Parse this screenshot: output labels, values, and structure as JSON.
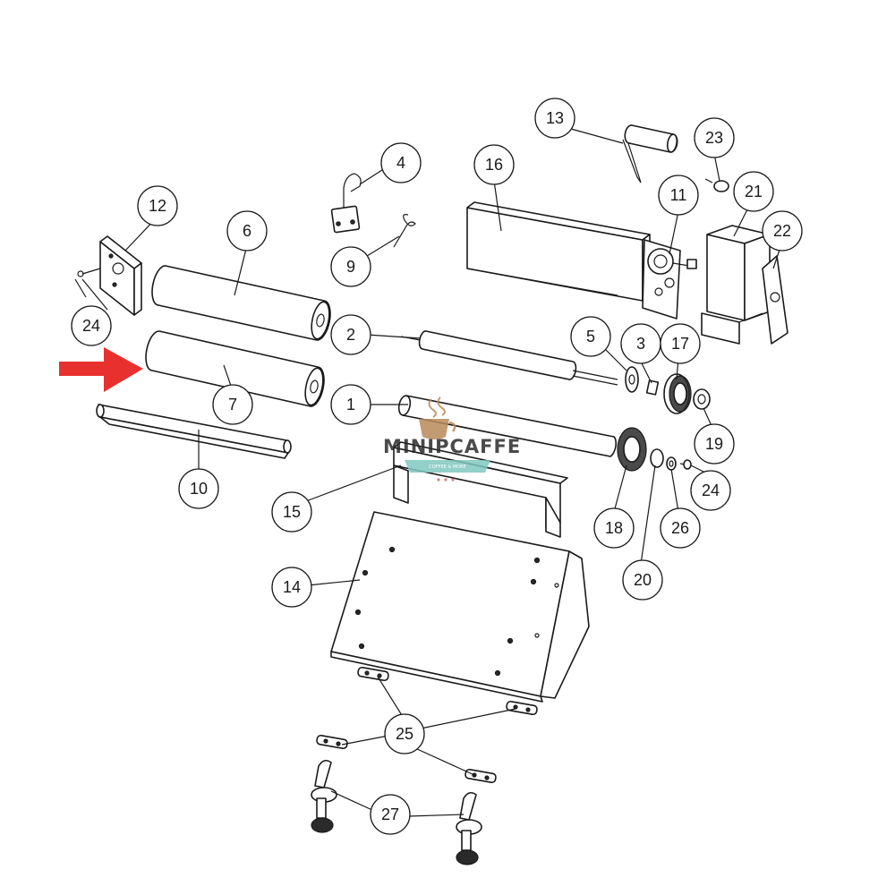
{
  "watermark": {
    "brand_text": "MINIPCAFFE",
    "tagline": "COFFEE & MORE",
    "logo_name": "minipcaffe-logo",
    "accent_color": "#7fc8c0",
    "cup_color": "#b88a5a"
  },
  "highlight_arrow": {
    "color": "#e8312f",
    "points_to_part": "7"
  },
  "callouts": [
    {
      "id": "c1",
      "label": "1"
    },
    {
      "id": "c2",
      "label": "2"
    },
    {
      "id": "c3",
      "label": "3"
    },
    {
      "id": "c4",
      "label": "4"
    },
    {
      "id": "c5",
      "label": "5"
    },
    {
      "id": "c6",
      "label": "6"
    },
    {
      "id": "c7",
      "label": "7"
    },
    {
      "id": "c9",
      "label": "9"
    },
    {
      "id": "c10",
      "label": "10"
    },
    {
      "id": "c11",
      "label": "11"
    },
    {
      "id": "c12",
      "label": "12"
    },
    {
      "id": "c13",
      "label": "13"
    },
    {
      "id": "c14",
      "label": "14"
    },
    {
      "id": "c15",
      "label": "15"
    },
    {
      "id": "c16",
      "label": "16"
    },
    {
      "id": "c17",
      "label": "17"
    },
    {
      "id": "c18",
      "label": "18"
    },
    {
      "id": "c19",
      "label": "19"
    },
    {
      "id": "c20",
      "label": "20"
    },
    {
      "id": "c21",
      "label": "21"
    },
    {
      "id": "c22",
      "label": "22"
    },
    {
      "id": "c23",
      "label": "23"
    },
    {
      "id": "c24a",
      "label": "24"
    },
    {
      "id": "c24b",
      "label": "24"
    },
    {
      "id": "c25",
      "label": "25"
    },
    {
      "id": "c26",
      "label": "26"
    },
    {
      "id": "c27",
      "label": "27"
    }
  ]
}
